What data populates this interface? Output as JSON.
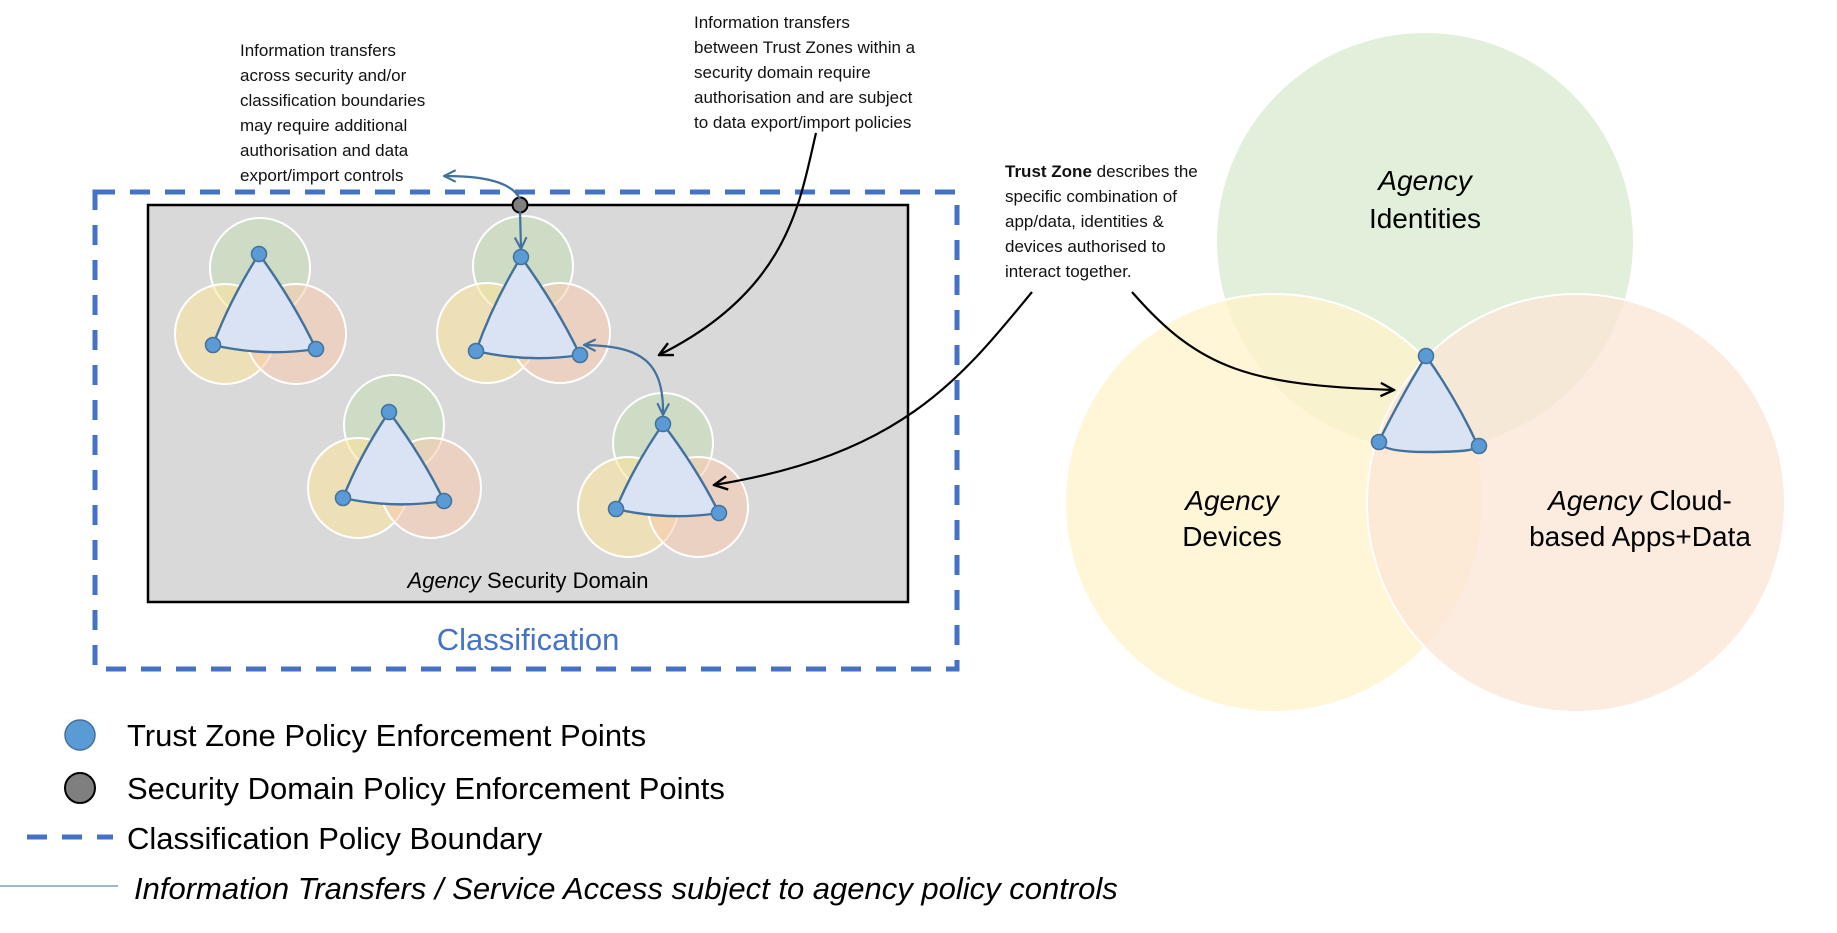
{
  "notes": {
    "cross_boundary": [
      "Information transfers",
      "across security and/or",
      "classification boundaries",
      "may require additional",
      "authorisation and data",
      "export/import controls"
    ],
    "between_zones": [
      "Information transfers",
      "between Trust Zones within a",
      "security domain require",
      "authorisation and are subject",
      "to data export/import policies"
    ],
    "trust_zone": {
      "bold_term": "Trust Zone",
      "line1_rest": " describes the",
      "lines": [
        "specific combination of",
        "app/data, identities &",
        "devices authorised to",
        "interact together."
      ]
    }
  },
  "security_domain": {
    "label_italic": "Agency",
    "label_rest": " Security Domain",
    "trust_zone_count": 4
  },
  "classification": {
    "label": "Classification"
  },
  "venn": {
    "identities": {
      "italic": "Agency",
      "text": "Identities"
    },
    "devices": {
      "italic": "Agency",
      "text": "Devices"
    },
    "cloud": {
      "italic": "Agency",
      "text_line1": " Cloud-",
      "text_line2": "based Apps+Data"
    }
  },
  "legend": {
    "items": [
      {
        "symbol": "blue-circle",
        "label": "Trust Zone Policy Enforcement Points"
      },
      {
        "symbol": "gray-circle",
        "label": "Security Domain Policy Enforcement Points"
      },
      {
        "symbol": "dashed-line",
        "label": "Classification Policy Boundary"
      },
      {
        "symbol": "thin-line",
        "label": "Information Transfers / Service Access subject to agency policy controls"
      }
    ]
  },
  "colors": {
    "classification_boundary": "#4472c4",
    "trust_zone_pep": "#5b9bd5",
    "security_domain_pep": "#7f7f7f",
    "security_domain_fill": "#d9d9d9",
    "identities": "#e2efda",
    "devices": "#fff2cc",
    "cloud": "#fbe5d6",
    "trust_zone_fill": "#dae3f3",
    "transfer_line": "#41719c"
  }
}
